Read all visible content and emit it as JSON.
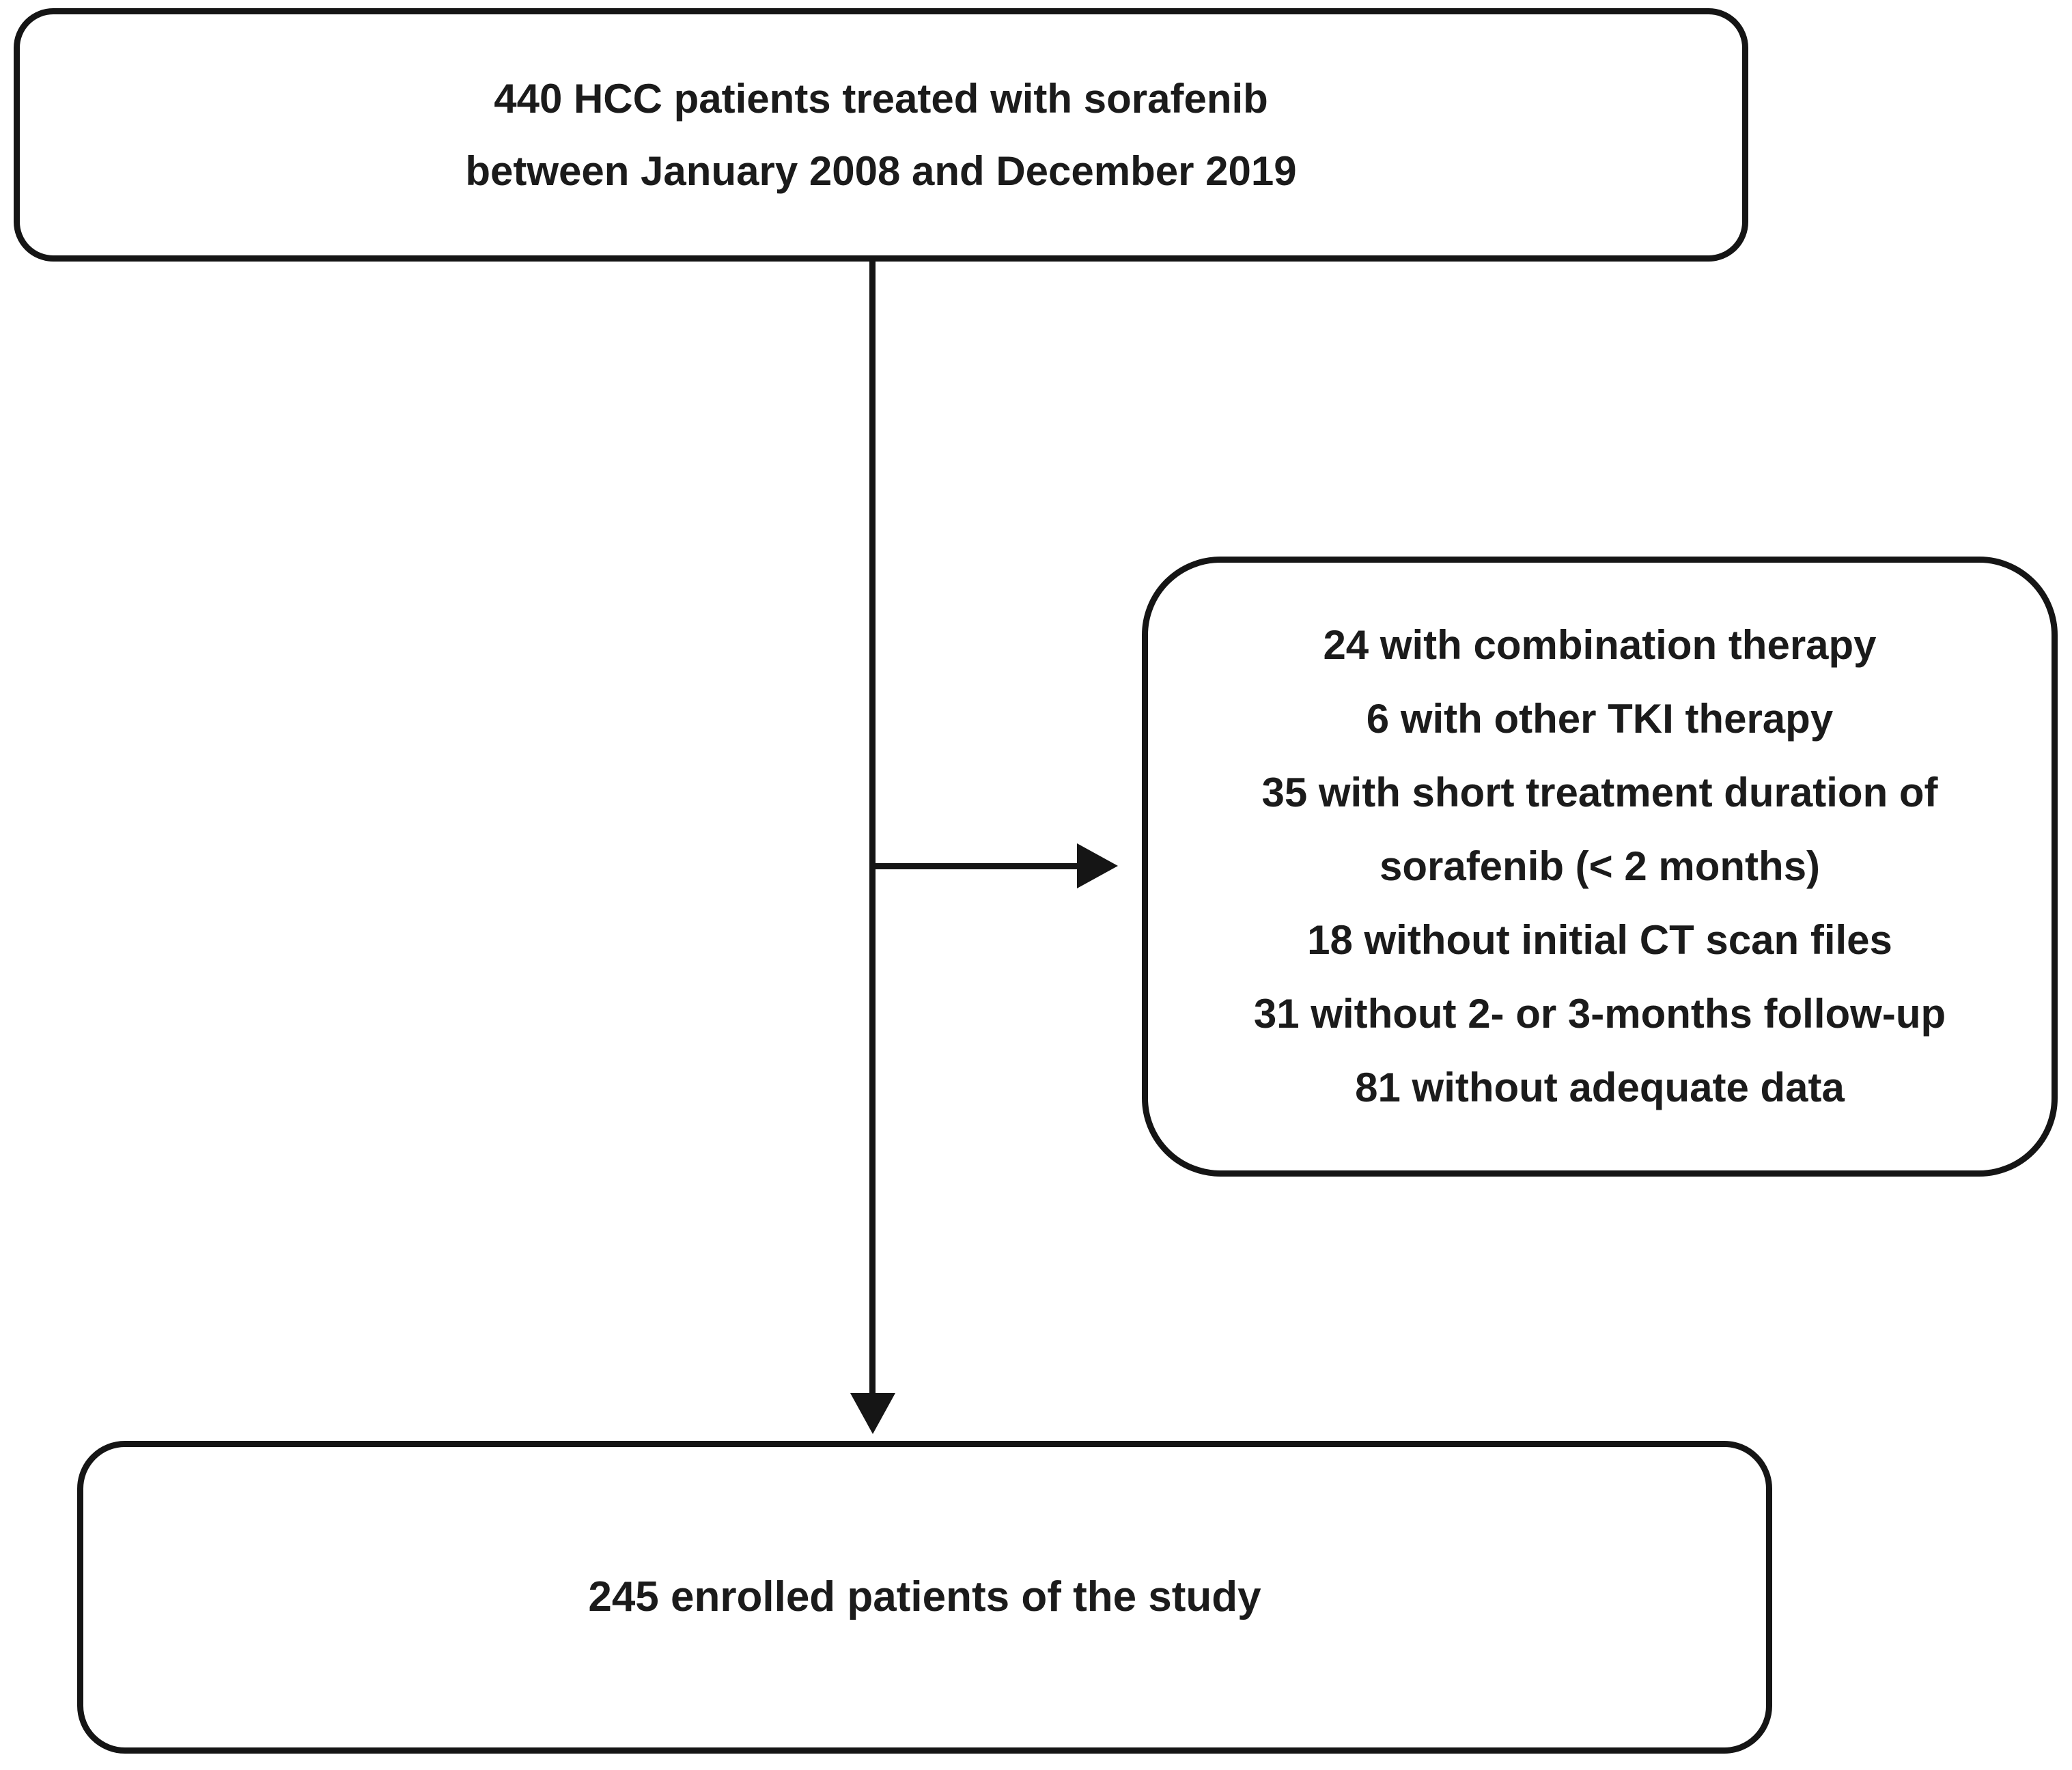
{
  "figure": {
    "type": "patient-enrollment-flowchart",
    "background_color": "#ffffff",
    "line_color": "#151515",
    "text_color": "#1b1b1b"
  },
  "top_box": {
    "lines": [
      "440 HCC patients treated with sorafenib",
      "between January 2008 and December 2019"
    ]
  },
  "exclusion_box": {
    "lines": [
      "24 with combination therapy",
      "6 with other TKI therapy",
      "35 with short treatment duration of",
      "sorafenib (< 2 months)",
      "18 without initial CT scan files",
      "31 without 2- or 3-months follow-up",
      "81 without adequate data"
    ]
  },
  "bottom_box": {
    "label": "245 enrolled patients of the study"
  }
}
